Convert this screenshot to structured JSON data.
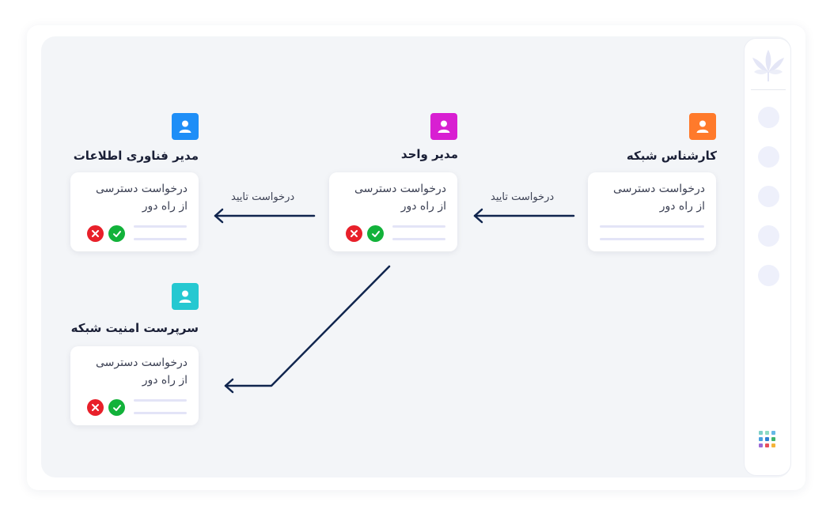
{
  "colors": {
    "it_manager": "#1e8ef7",
    "unit_manager": "#d81fd2",
    "network_expert": "#ff7a2b",
    "security_supervisor": "#25c8d1",
    "reject": "#e8202a",
    "approve": "#12b23a",
    "arrow": "#10254e"
  },
  "nodes": {
    "network_expert": {
      "title": "کارشناس شبکه",
      "icon": "user-icon",
      "card_line1": "درخواست دسترسی",
      "card_line2": "از راه دور"
    },
    "unit_manager": {
      "title": "مدیر واحد",
      "icon": "user-icon",
      "card_line1": "درخواست دسترسی",
      "card_line2": "از راه دور"
    },
    "it_manager": {
      "title": "مدیر فناوری اطلاعات",
      "icon": "user-icon",
      "card_line1": "درخواست دسترسی",
      "card_line2": "از راه دور"
    },
    "security_supervisor": {
      "title": "سرپرست امنیت شبکه",
      "icon": "user-icon",
      "card_line1": "درخواست دسترسی",
      "card_line2": "از راه دور"
    }
  },
  "edges": {
    "expert_to_unit": {
      "label": "درخواست تایید"
    },
    "unit_to_it": {
      "label": "درخواست تایید"
    },
    "unit_to_security": {
      "label": ""
    }
  },
  "actions": {
    "reject_icon": "close-icon",
    "approve_icon": "check-icon"
  },
  "sidebar": {
    "logo": "leaf-logo",
    "menu_icon": "apps-grid-icon"
  }
}
